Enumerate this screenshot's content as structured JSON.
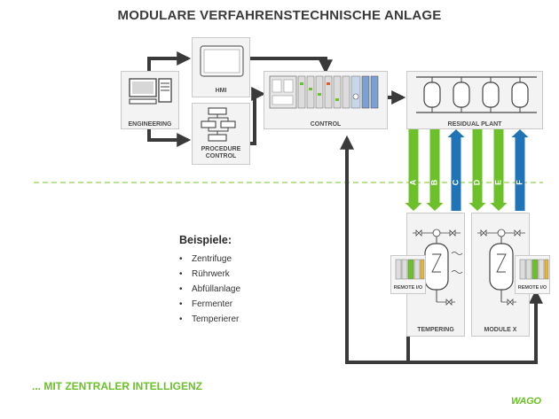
{
  "title": "MODULARE VERFAHRENSTECHNISCHE ANLAGE",
  "blocks": {
    "engineering": "ENGINEERING",
    "hmi": "HMI",
    "procedure_control_1": "PROCEDURE",
    "procedure_control_2": "CONTROL",
    "control": "CONTROL",
    "residual_plant": "RESIDUAL PLANT",
    "tempering": "TEMPERING",
    "module_x": "MODULE X",
    "remote_io_left": "REMOTE I/O",
    "remote_io_right": "REMOTE I/O"
  },
  "streams": [
    {
      "label": "A",
      "direction": "down",
      "color": "#6cc02a"
    },
    {
      "label": "B",
      "direction": "down",
      "color": "#6cc02a"
    },
    {
      "label": "C",
      "direction": "up",
      "color": "#1f73b7"
    },
    {
      "label": "D",
      "direction": "down",
      "color": "#6cc02a"
    },
    {
      "label": "E",
      "direction": "down",
      "color": "#6cc02a"
    },
    {
      "label": "F",
      "direction": "up",
      "color": "#1f73b7"
    }
  ],
  "examples": {
    "heading": "Beispiele:",
    "items": [
      "Zentrifuge",
      "Rührwerk",
      "Abfüllanlage",
      "Fermenter",
      "Temperierer"
    ]
  },
  "footer": "... MIT ZENTRALER INTELLIGENZ",
  "brand": "WAGO",
  "colors": {
    "green": "#6cc02a",
    "blue": "#1f73b7",
    "arrow": "#3a3a3a",
    "divider": "#8fd14f"
  }
}
